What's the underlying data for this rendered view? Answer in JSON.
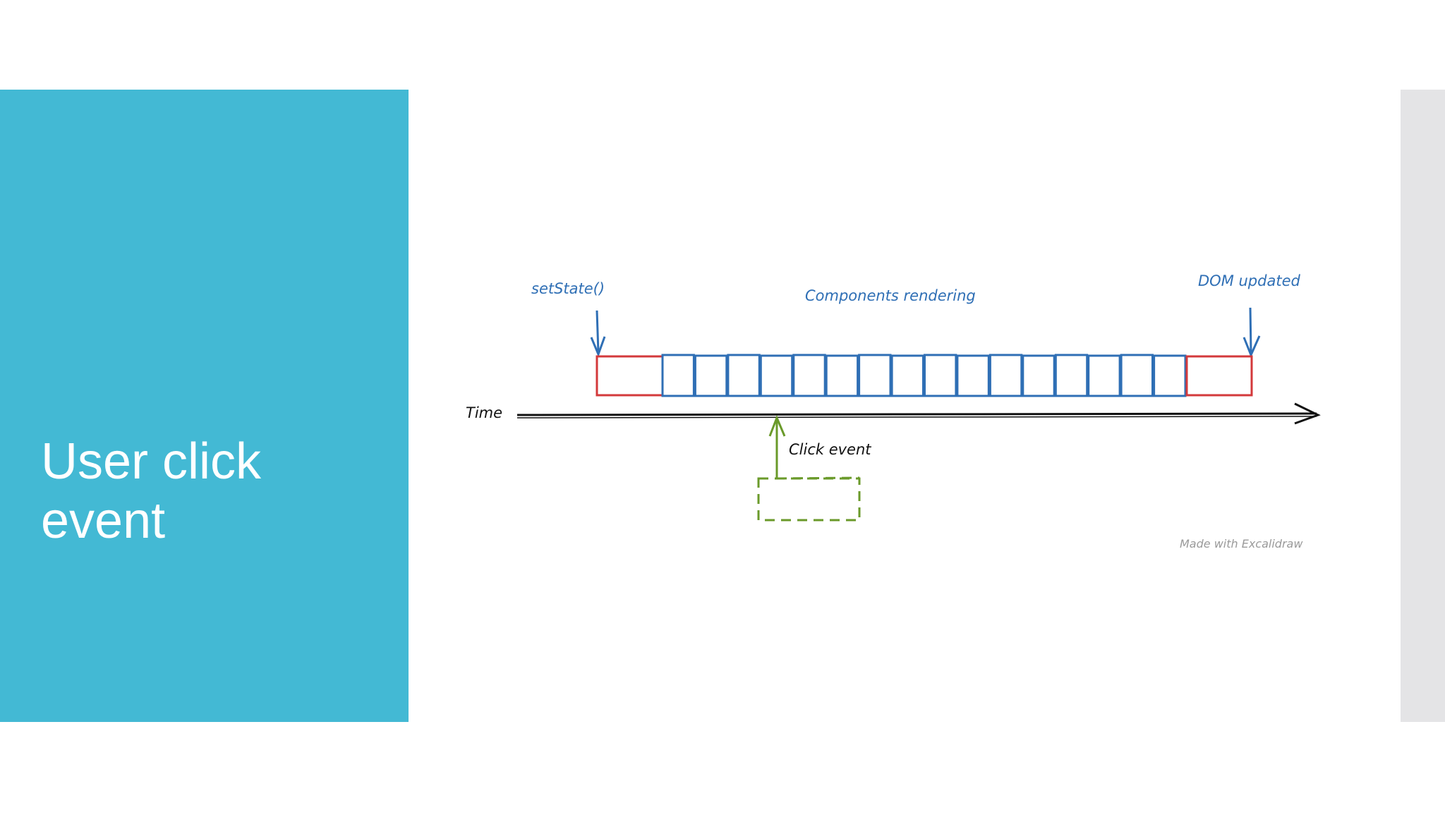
{
  "slide": {
    "title": "User click\nevent"
  },
  "diagram": {
    "labels": {
      "set_state": "setState()",
      "components_rendering": "Components rendering",
      "dom_updated": "DOM updated",
      "time": "Time",
      "click_event": "Click event",
      "watermark": "Made with Excalidraw"
    },
    "render_block_count": 16,
    "colors": {
      "panel": "#43b9d4",
      "strip": "#e4e4e6",
      "render_blocks": "#2f6fb5",
      "end_blocks": "#d3393b",
      "axis": "#111111",
      "click": "#6a9a2a",
      "label_blue": "#2f6fb5",
      "watermark": "#9a9a9a"
    }
  }
}
